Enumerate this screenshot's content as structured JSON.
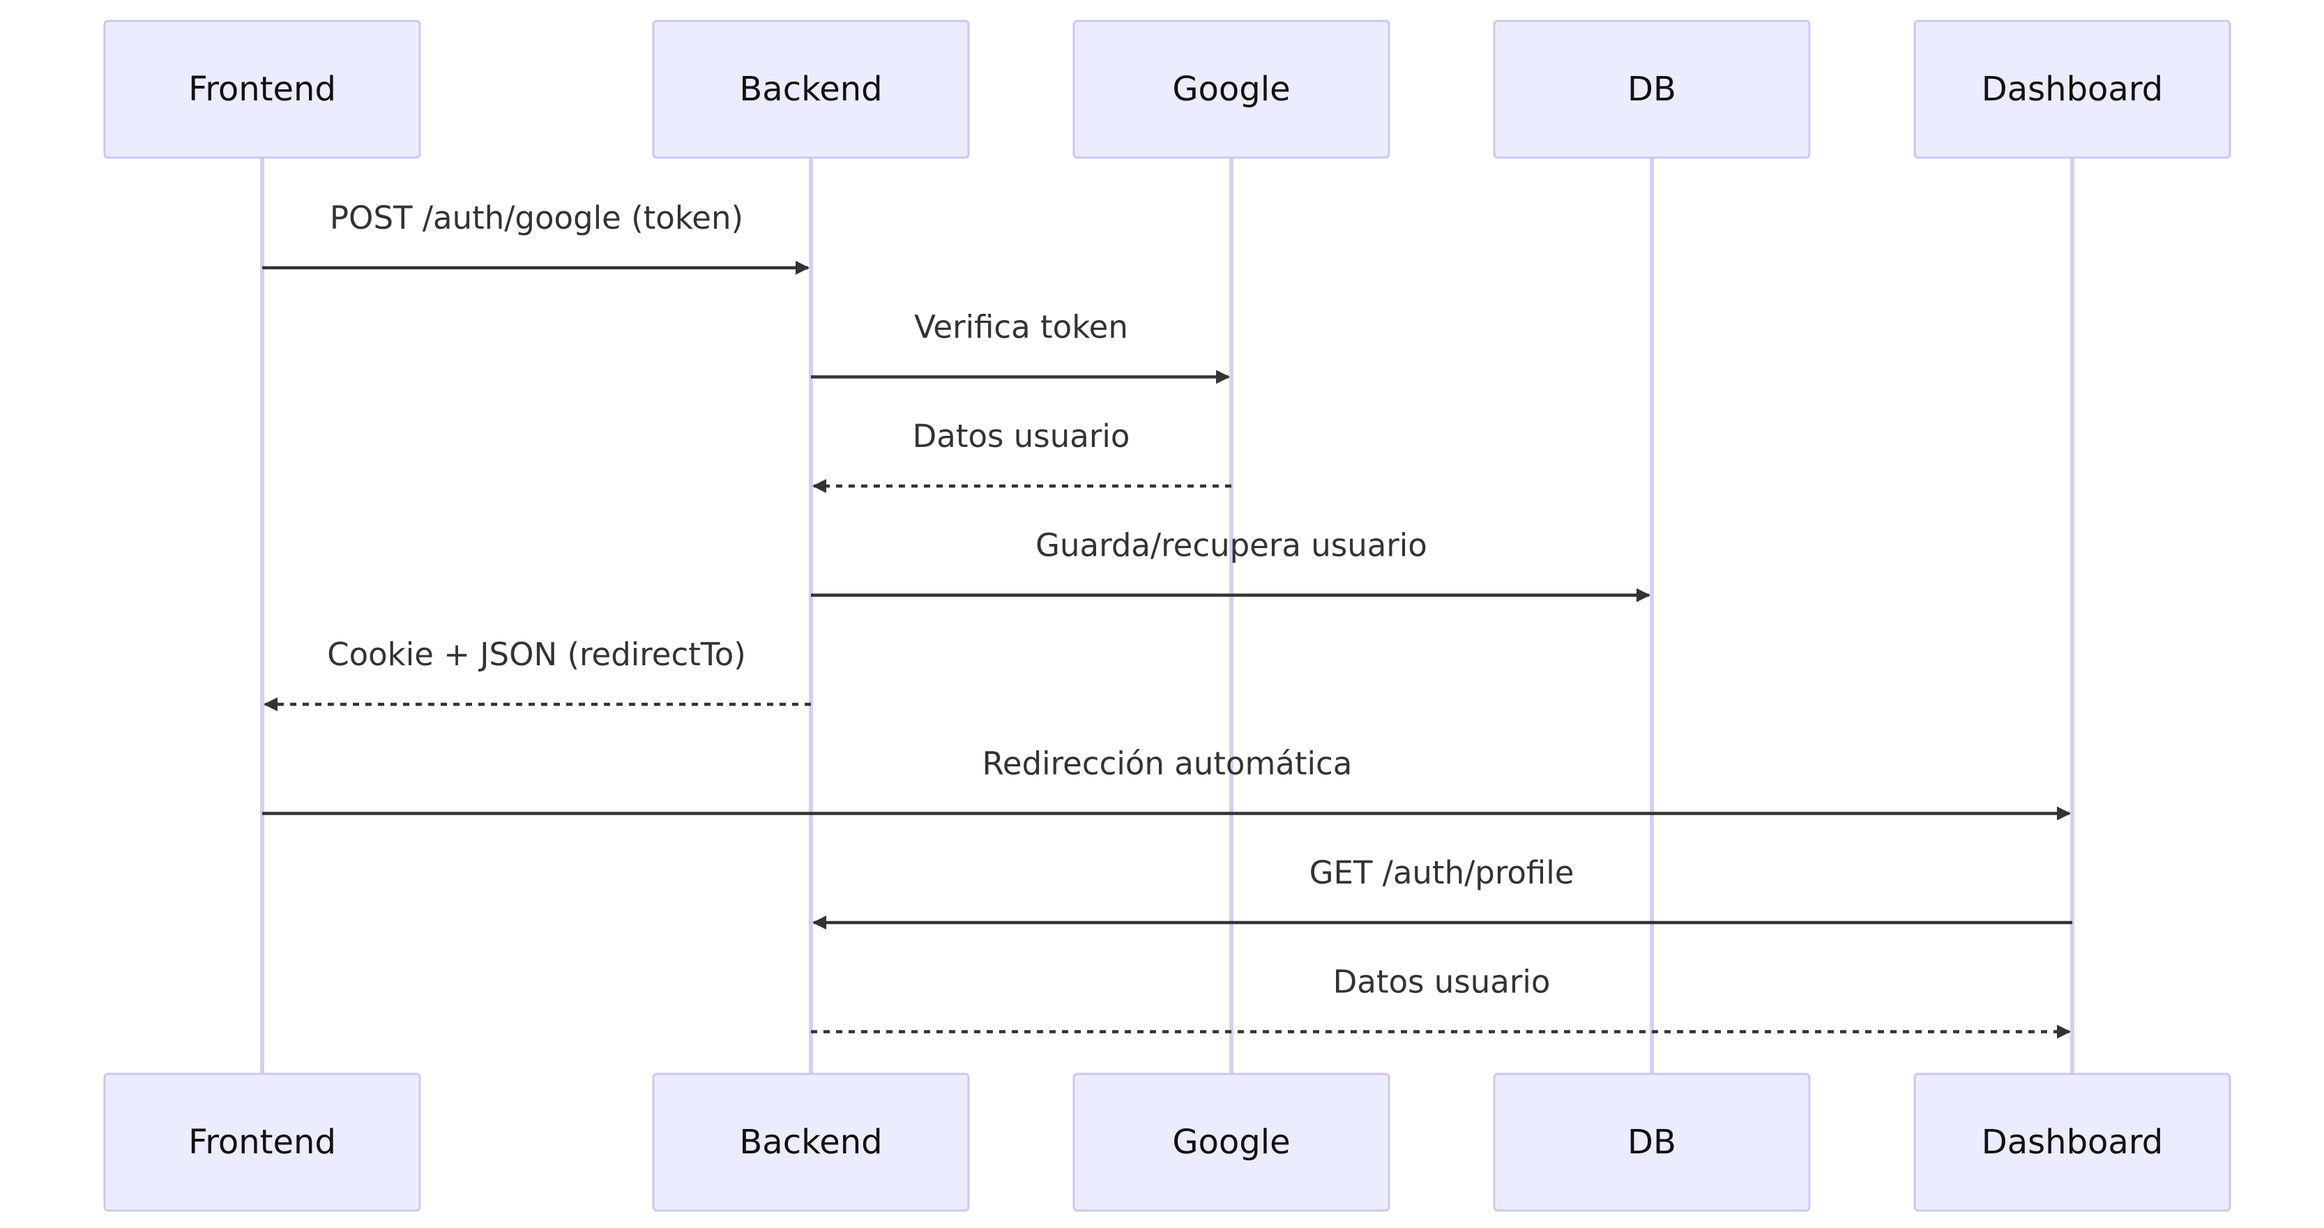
{
  "participants": [
    {
      "id": "frontend",
      "label": "Frontend"
    },
    {
      "id": "backend",
      "label": "Backend"
    },
    {
      "id": "google",
      "label": "Google"
    },
    {
      "id": "db",
      "label": "DB"
    },
    {
      "id": "dashboard",
      "label": "Dashboard"
    }
  ],
  "messages": [
    {
      "from": "frontend",
      "to": "backend",
      "label": "POST /auth/google (token)",
      "style": "solid"
    },
    {
      "from": "backend",
      "to": "google",
      "label": "Verifica token",
      "style": "solid"
    },
    {
      "from": "google",
      "to": "backend",
      "label": "Datos usuario",
      "style": "dashed"
    },
    {
      "from": "backend",
      "to": "db",
      "label": "Guarda/recupera usuario",
      "style": "solid"
    },
    {
      "from": "backend",
      "to": "frontend",
      "label": "Cookie + JSON (redirectTo)",
      "style": "dashed"
    },
    {
      "from": "frontend",
      "to": "dashboard",
      "label": "Redirección automática",
      "style": "solid"
    },
    {
      "from": "dashboard",
      "to": "backend",
      "label": "GET /auth/profile",
      "style": "solid"
    },
    {
      "from": "backend",
      "to": "dashboard",
      "label": "Datos usuario",
      "style": "dashed"
    }
  ],
  "colors": {
    "actor_fill": "#ececff",
    "actor_border": "#cdc7f0",
    "lifeline": "#d4cff2",
    "message": "#333333"
  }
}
